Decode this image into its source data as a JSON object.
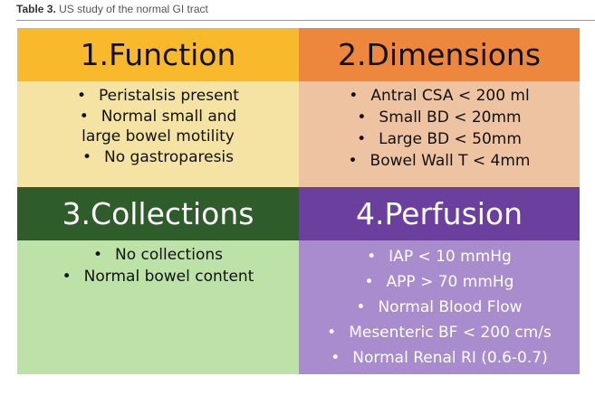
{
  "caption": {
    "label": "Table 3.",
    "text": " US study of the normal GI tract"
  },
  "quadrants": [
    {
      "title": "1.Function",
      "items": [
        "Peristalsis present",
        "Normal small and large bowel motility",
        "No gastroparesis"
      ]
    },
    {
      "title": "2.Dimensions",
      "items": [
        "Antral CSA < 200 ml",
        "Small BD < 20mm",
        "Large BD < 50mm",
        "Bowel Wall T < 4mm"
      ]
    },
    {
      "title": "3.Collections",
      "items": [
        "No collections",
        "Normal bowel content"
      ]
    },
    {
      "title": "4.Perfusion",
      "items": [
        "IAP < 10 mmHg",
        "APP > 70 mmHg",
        "Normal Blood Flow",
        "Mesenteric BF < 200 cm/s",
        "Normal Renal RI (0.6-0.7)"
      ]
    }
  ]
}
